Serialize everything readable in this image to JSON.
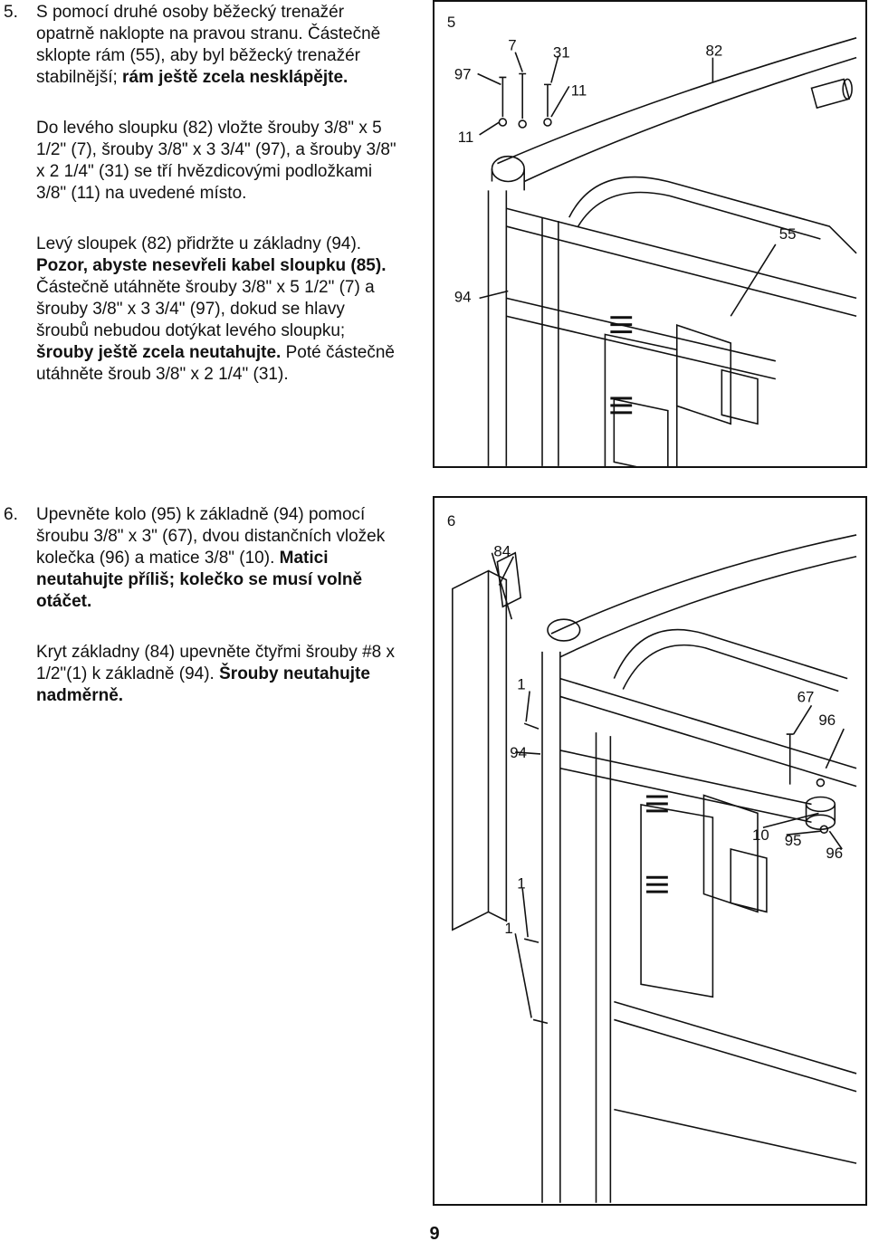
{
  "step5": {
    "number": "5.",
    "p1": {
      "text": "S pomocí druhé osoby běžecký trenažér opatrně naklopte na pravou stranu. Částečně sklopte rám (55), aby byl běžecký trenažér stabilnější; ",
      "bold": "rám ještě zcela nesklápějte."
    },
    "p2": "Do levého sloupku (82) vložte šrouby 3/8\" x 5 1/2\" (7), šrouby 3/8\" x 3 3/4\" (97), a šrouby 3/8\" x 2 1/4\" (31) se tří hvězdicovými podložkami 3/8\" (11) na uvedené místo.",
    "p3": {
      "a": "Levý sloupek (82) přidržte u základny (94). ",
      "b_bold": "Pozor, abyste nesevřeli kabel sloupku (85).",
      "c": " Částečně utáhněte šrouby 3/8\" x 5 1/2\" (7) a šrouby 3/8\" x 3 3/4\" (97), dokud se hlavy šroubů nebudou dotýkat levého sloupku; ",
      "d_bold": "šrouby ještě zcela neutahujte.",
      "e": " Poté částečně utáhněte šroub 3/8\" x  2 1/4\" (31)."
    }
  },
  "step6": {
    "number": "6.",
    "p1": {
      "text": "Upevněte kolo (95) k základně (94) pomocí šroubu 3/8\" x 3\" (67), dvou distančních vložek kolečka (96) a matice 3/8\" (10). ",
      "bold": "Matici neutahujte příliš; kolečko se musí volně otáčet."
    },
    "p2": {
      "text": "Kryt základny (84) upevněte čtyřmi šrouby #8 x 1/2\"(1) k základně (94). ",
      "bold": "Šrouby neutahujte nadměrně."
    }
  },
  "figure5": {
    "step_label": "5",
    "callouts": {
      "c7": "7",
      "c31": "31",
      "c82": "82",
      "c97": "97",
      "c11a": "11",
      "c11b": "11",
      "c55": "55",
      "c94": "94"
    }
  },
  "figure6": {
    "step_label": "6",
    "callouts": {
      "c84": "84",
      "c1a": "1",
      "c67": "67",
      "c96a": "96",
      "c94": "94",
      "c10": "10",
      "c95": "95",
      "c96b": "96",
      "c1b": "1",
      "c1c": "1"
    }
  },
  "page_number": "9"
}
